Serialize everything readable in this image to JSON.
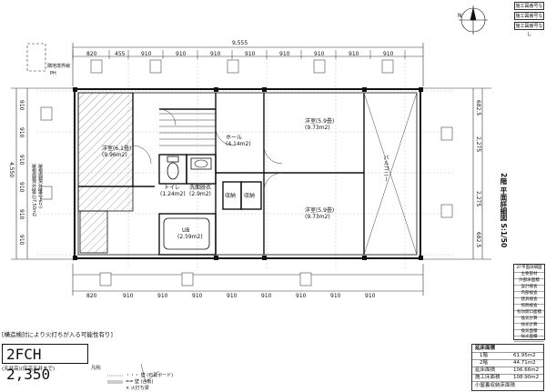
{
  "drawing": {
    "title_vertical": "2階 平面詳細図 S:1/50",
    "top_dim_total": "9,555",
    "top_dims": [
      "820",
      "455",
      "910",
      "910",
      "910",
      "910",
      "910",
      "910",
      "910",
      "910"
    ],
    "left_dims": [
      "910",
      "910",
      "910",
      "910",
      "910",
      "910"
    ],
    "left_dim_total": "4,550",
    "right_dims": [
      "682.5",
      "2,275",
      "2,275",
      "682.5"
    ],
    "bottom_dims": [
      "820",
      "910",
      "910",
      "910",
      "910",
      "910",
      "910",
      "910",
      "910"
    ],
    "rooms": [
      {
        "name": "洋室(6.1畳)",
        "area": "(9.96m2)"
      },
      {
        "name": "洋室(5.9畳)",
        "area": "(9.73m2)"
      },
      {
        "name": "洋室(5.9畳)",
        "area": "(9.73m2)"
      },
      {
        "name": "ホール",
        "area": "(4.14m2)"
      },
      {
        "name": "トイレ",
        "area": "(1.24m2)"
      },
      {
        "name": "バルコニー",
        "area": ""
      },
      {
        "name": "UB",
        "area": "(2.59m2)"
      },
      {
        "name": "収納",
        "area": ""
      },
      {
        "name": "収納",
        "area": ""
      },
      {
        "name": "洗面脱衣",
        "area": "(2.9m2)"
      }
    ],
    "notes_top_left": [
      "隣地境界線",
      "PH"
    ],
    "left_note_vertical": "屋根面積(外壁芯)7,50m2",
    "left_note_vertical2": "屋根面積(外壁芯より)",
    "compass_label": "N"
  },
  "stamps_top_right": [
    "施工図番号なし",
    "施工図番号なし",
    "施工図番号なし"
  ],
  "bottom_left": {
    "caption": "[構造検討により火打ちが入る可能性有り]",
    "code": "2FCH 2,350",
    "sub_caption": "(天井高)(床高天井まで)"
  },
  "right_panel": {
    "rows": [
      "2F平面詳細図",
      "主要部材",
      "外部床面積",
      "設計検査",
      "内部検査",
      "建具検査",
      "照明検査",
      "有効開口面積",
      "換気計算",
      "採光計算",
      "換気面積",
      "採光面積"
    ]
  },
  "area_table": {
    "header": "延床面積",
    "rows": [
      {
        "floor": "1階",
        "value": "61.95m2"
      },
      {
        "floor": "2階",
        "value": "44.71m2"
      },
      {
        "floor": "延床面積",
        "value": "106.66m2"
      },
      {
        "floor": "施工床面積",
        "value": "108.90m2"
      }
    ],
    "footer": "小屋裏収納床面積"
  },
  "legend": [
    "凡例:",
    "・・・ 壁 (石膏ボード)",
    "== 壁 (合板)",
    "× 火打ち梁"
  ]
}
